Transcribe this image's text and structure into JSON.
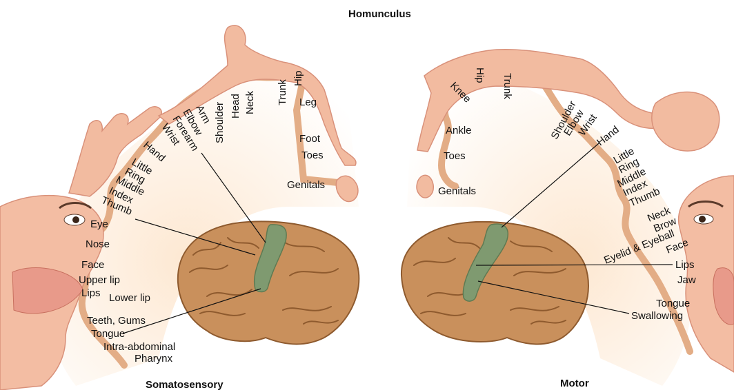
{
  "title": "Homunculus",
  "somatosensory": {
    "title": "Somatosensory",
    "labels": [
      "Trunk",
      "Hip",
      "Neck",
      "Head",
      "Shoulder",
      "Arm",
      "Elbow",
      "Forearm",
      "Wrist",
      "Hand",
      "Little",
      "Ring",
      "Middle",
      "Index",
      "Thumb",
      "Eye",
      "Nose",
      "Face",
      "Upper lip",
      "Lips",
      "Lower lip",
      "Teeth, Gums",
      "Tongue",
      "Intra-abdominal",
      "Pharynx",
      "Leg",
      "Foot",
      "Toes",
      "Genitals"
    ]
  },
  "motor": {
    "title": "Motor",
    "labels": [
      "Hip",
      "Knee",
      "Trunk",
      "Ankle",
      "Toes",
      "Genitals",
      "Shoulder",
      "Elbow",
      "Wrist",
      "Hand",
      "Little",
      "Ring",
      "Middle",
      "Index",
      "Thumb",
      "Neck",
      "Brow",
      "Eyelid & Eyeball",
      "Face",
      "Lips",
      "Jaw",
      "Tongue",
      "Swallowing"
    ]
  },
  "colors": {
    "skin": "#f2bba0",
    "skin_dark": "#d9917a",
    "cortex_bg": "#fbe3cc",
    "cortex_band": "#e0aa80",
    "brain": "#c9905c",
    "brain_sulci": "#8e5a2e",
    "gyrus_strip": "#7f9a70"
  }
}
